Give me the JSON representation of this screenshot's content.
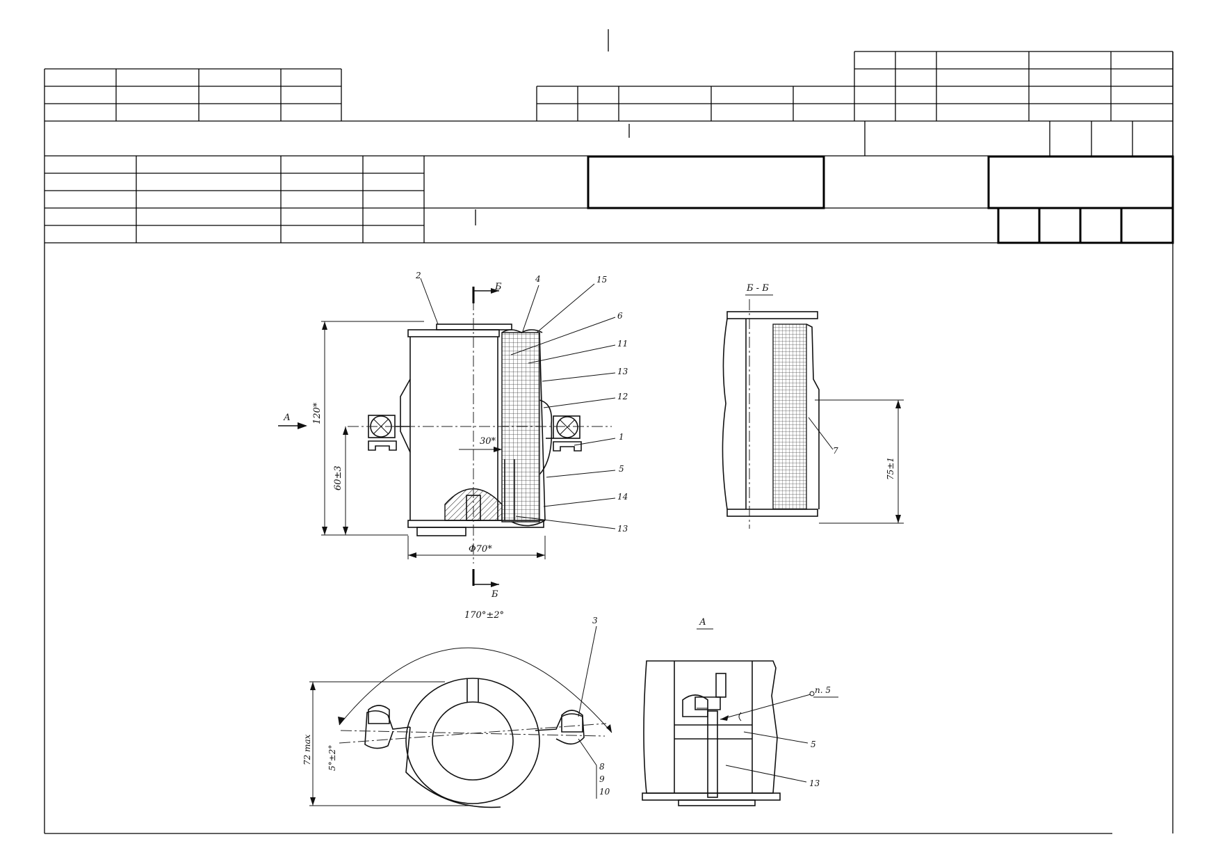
{
  "drawing": {
    "section_label": "Б - Б",
    "view_label": "А",
    "section_mark": "Б",
    "view_arrow": "А",
    "callouts": [
      "2",
      "4",
      "15",
      "6",
      "11",
      "13",
      "12",
      "1",
      "5",
      "14",
      "13",
      "7",
      "3",
      "8",
      "9",
      "10",
      "5",
      "13"
    ],
    "note_ref": "п. 5",
    "dims": {
      "height": "120*",
      "axis_height": "60±3",
      "diameter": "Φ70*",
      "offset": "30*",
      "side_height": "75±1",
      "angle": "170°±2°",
      "max_height": "72 max",
      "tilt": "5°±2°"
    }
  },
  "colors": {
    "ink": "#111111",
    "paper": "#ffffff",
    "grid": "#333333"
  }
}
